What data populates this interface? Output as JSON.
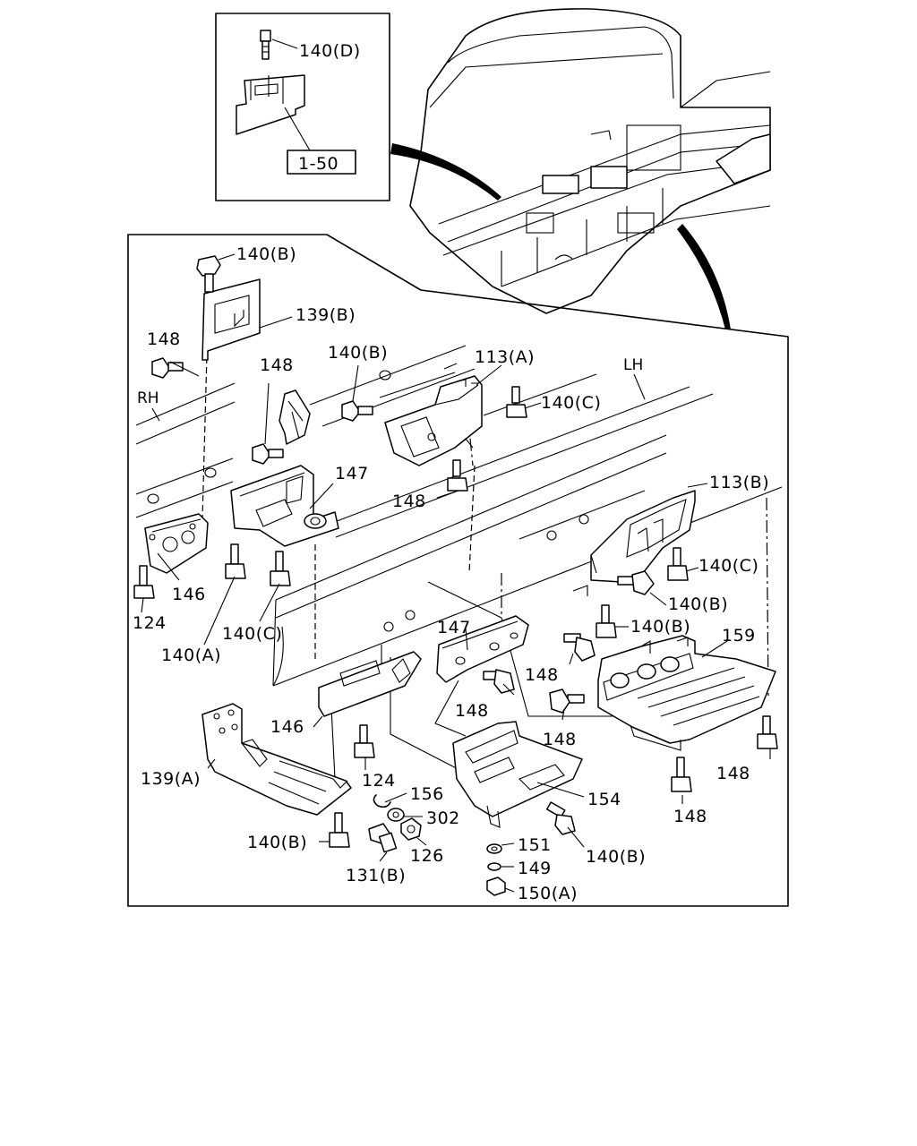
{
  "inset": {
    "ref_label": "1-50",
    "bolt_label": "140(D)"
  },
  "side_labels": {
    "rh": "RH",
    "lh": "LH"
  },
  "callouts": {
    "c140b_top": "140(B)",
    "c139b": "139(B)",
    "c148_a": "148",
    "c148_b": "148",
    "c140b_mid": "140(B)",
    "c113a": "113(A)",
    "c140c_top": "140(C)",
    "c147_top": "147",
    "c148_c": "148",
    "c113b": "113(B)",
    "c140c_right": "140(C)",
    "c140b_right": "140(B)",
    "c140b_right2": "140(B)",
    "c159": "159",
    "c146_left": "146",
    "c124_left": "124",
    "c140a": "140(A)",
    "c140c_left": "140(C)",
    "c147_mid": "147",
    "c148_d": "148",
    "c148_e": "148",
    "c148_f": "148",
    "c146_mid": "146",
    "c124_mid": "124",
    "c139a": "139(A)",
    "c156": "156",
    "c302": "302",
    "c154": "154",
    "c148_g": "148",
    "c148_h": "148",
    "c140b_low": "140(B)",
    "c131b": "131(B)",
    "c126": "126",
    "c151": "151",
    "c140b_low2": "140(B)",
    "c149": "149",
    "c150a": "150(A)"
  },
  "icons": [
    "bolt-icon",
    "nut-icon",
    "washer-icon",
    "bracket-icon",
    "vehicle-outline-icon"
  ]
}
